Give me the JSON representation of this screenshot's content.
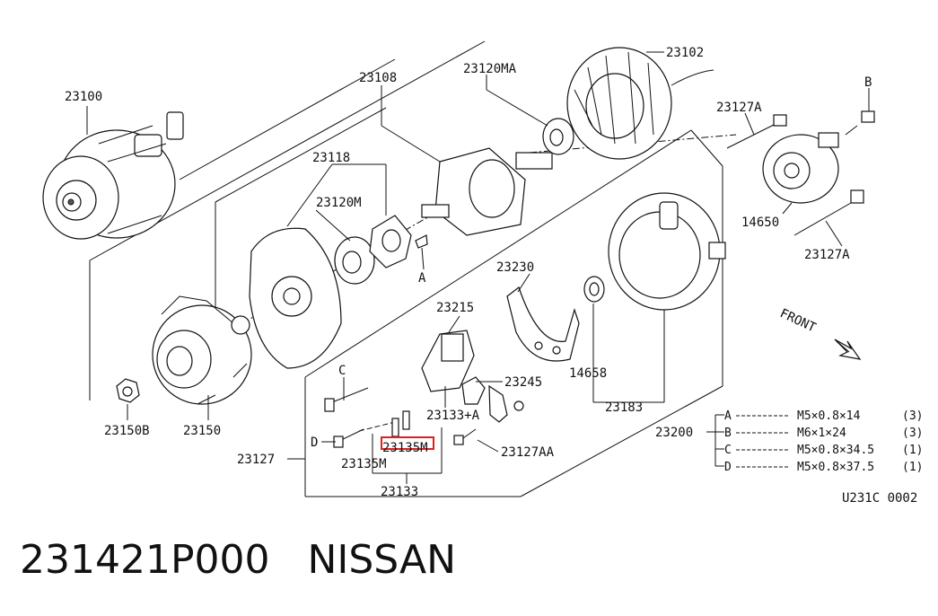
{
  "parts": {
    "p23100": "23100",
    "p23102": "23102",
    "p23108": "23108",
    "p23120MA": "23120MA",
    "p23118": "23118",
    "p23120M": "23120M",
    "p23127A_top": "23127A",
    "p23127A_bot": "23127A",
    "pB": "B",
    "pA": "A",
    "p14650": "14650",
    "p23230": "23230",
    "p23215": "23215",
    "p14658": "14658",
    "pC": "C",
    "p23245": "23245",
    "p23133A": "23133+A",
    "p23183": "23183",
    "p23150B": "23150B",
    "p23150": "23150",
    "pD": "D",
    "p23135M_hl": "23135M",
    "p23127AA": "23127AA",
    "p23200": "23200",
    "p23127": "23127",
    "p23135M": "23135M",
    "p23133": "23133",
    "front": "FRONT",
    "diagram_code": "U231C 0002"
  },
  "specs": [
    {
      "key": "A",
      "value": "M5×0.8×14",
      "qty": "(3)"
    },
    {
      "key": "B",
      "value": "M6×1×24",
      "qty": "(3)"
    },
    {
      "key": "C",
      "value": "M5×0.8×34.5",
      "qty": "(1)"
    },
    {
      "key": "D",
      "value": "M5×0.8×37.5",
      "qty": "(1)"
    }
  ],
  "footer": {
    "part_number": "231421P000",
    "brand": "NISSAN"
  },
  "colors": {
    "highlight": "#e02020",
    "ink": "#111111"
  }
}
